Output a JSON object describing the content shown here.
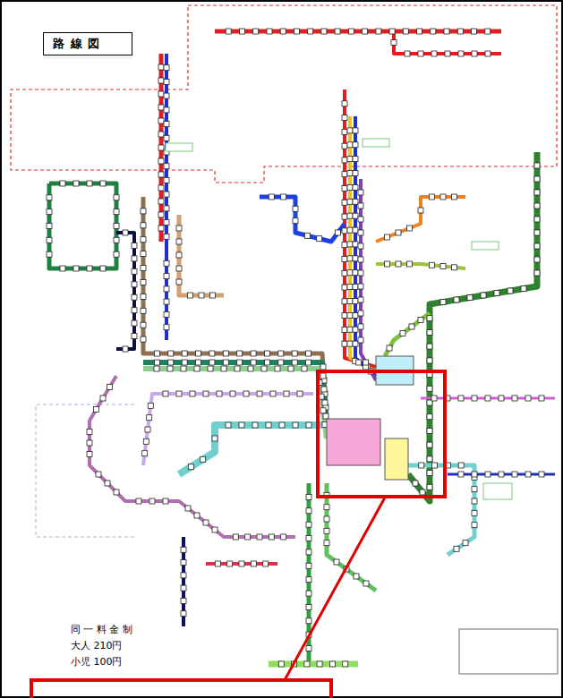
{
  "diagram": {
    "title": "路 線 図",
    "labels": [
      "同 一 料 金 制",
      "大人 210円",
      "小児 100円"
    ]
  }
}
